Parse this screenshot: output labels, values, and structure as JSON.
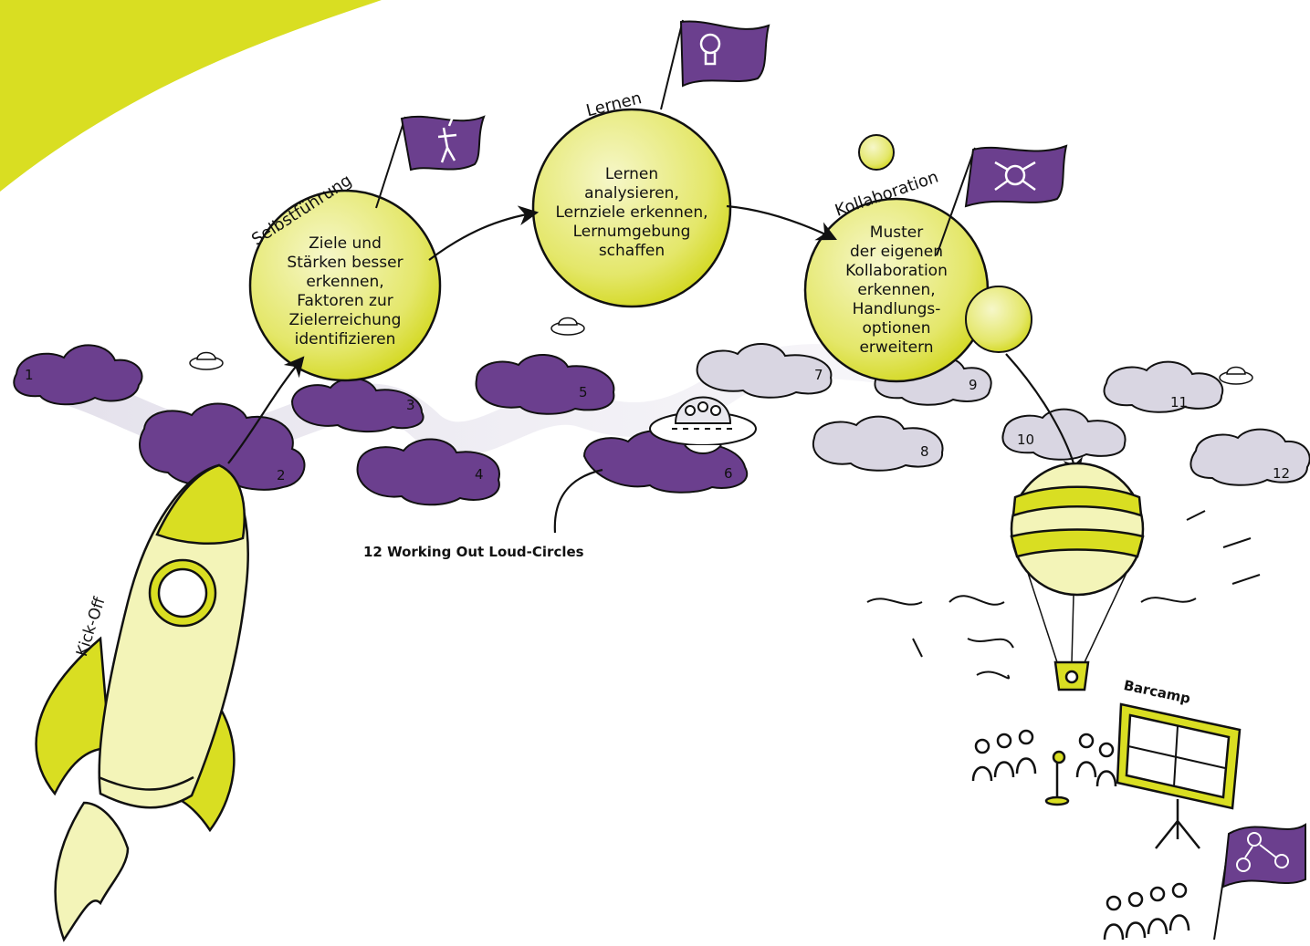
{
  "colors": {
    "yellow": "#d9de22",
    "pale_yellow": "#f3f4b8",
    "purple": "#6b3f8e",
    "dark_purple": "#4e2a6e",
    "grey_cloud": "#d9d6e2",
    "outline": "#111111"
  },
  "kickoff": {
    "label": "Kick-Off"
  },
  "stations": [
    {
      "title": "Selbstführung",
      "text": "Ziele und\nStärken besser\nerkennen,\nFaktoren zur\nZielerreichung\nidentifizieren",
      "flag_icon": "superhero-icon"
    },
    {
      "title": "Lernen",
      "text": "Lernen\nanalysieren,\nLernziele erkennen,\nLernumgebung\nschaffen",
      "flag_icon": "lightbulb-icon"
    },
    {
      "title": "Kollaboration",
      "text": "Muster\nder eigenen\nKollaboration\nerkennen,\nHandlungs-\noptionen\nerweitern",
      "flag_icon": "joined-hands-icon"
    }
  ],
  "circles": {
    "caption": "12 Working Out Loud-Circles",
    "numbers": [
      "1",
      "2",
      "3",
      "4",
      "5",
      "6",
      "7",
      "8",
      "9",
      "10",
      "11",
      "12"
    ]
  },
  "barcamp": {
    "label": "Barcamp",
    "flag_icon": "network-people-icon"
  }
}
